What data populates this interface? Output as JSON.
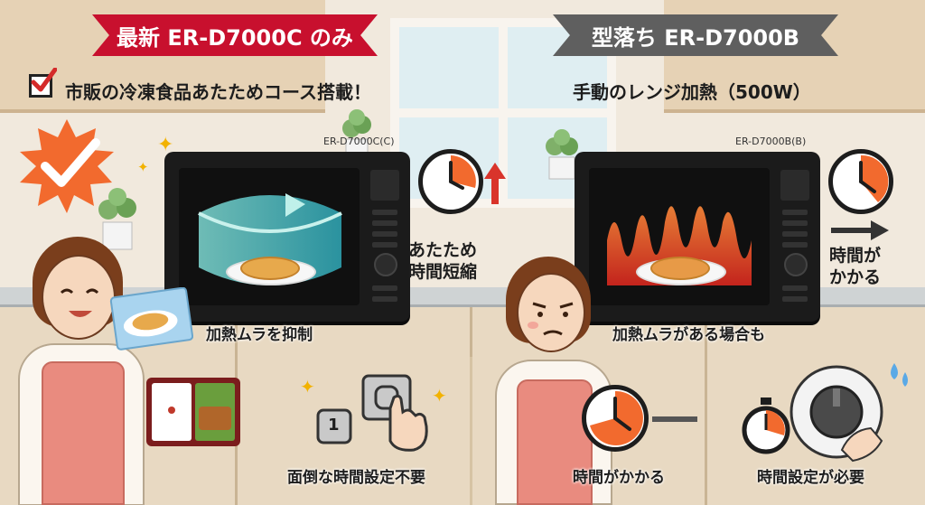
{
  "left": {
    "banner": "最新 ER-D7000C のみ",
    "feature": "市販の冷凍食品あたためコース搭載！",
    "model": "ER-D7000C(C)",
    "side_text": "あたため\n時間短縮",
    "oven_caption": "加熱ムラを抑制",
    "bottom_caption": "面倒な時間設定不要",
    "button_number": "1"
  },
  "right": {
    "banner": "型落ち ER-D7000B",
    "feature": "手動のレンジ加熱（500W）",
    "model": "ER-D7000B(B)",
    "side_text": "時間が\nかかる",
    "oven_caption": "加熱ムラがある場合も",
    "bottom_caption_1": "時間がかかる",
    "bottom_caption_2": "時間設定が必要"
  },
  "colors": {
    "new_banner": "#c8102e",
    "old_banner": "#5f5f5f",
    "accent_orange": "#f26a2e",
    "arrow_red": "#d9342b"
  },
  "icons": [
    "check-icon",
    "burst-check-icon",
    "clock-icon",
    "up-arrow-icon",
    "right-arrow-icon",
    "stopwatch-icon",
    "dial-icon",
    "sparkle-icon"
  ]
}
